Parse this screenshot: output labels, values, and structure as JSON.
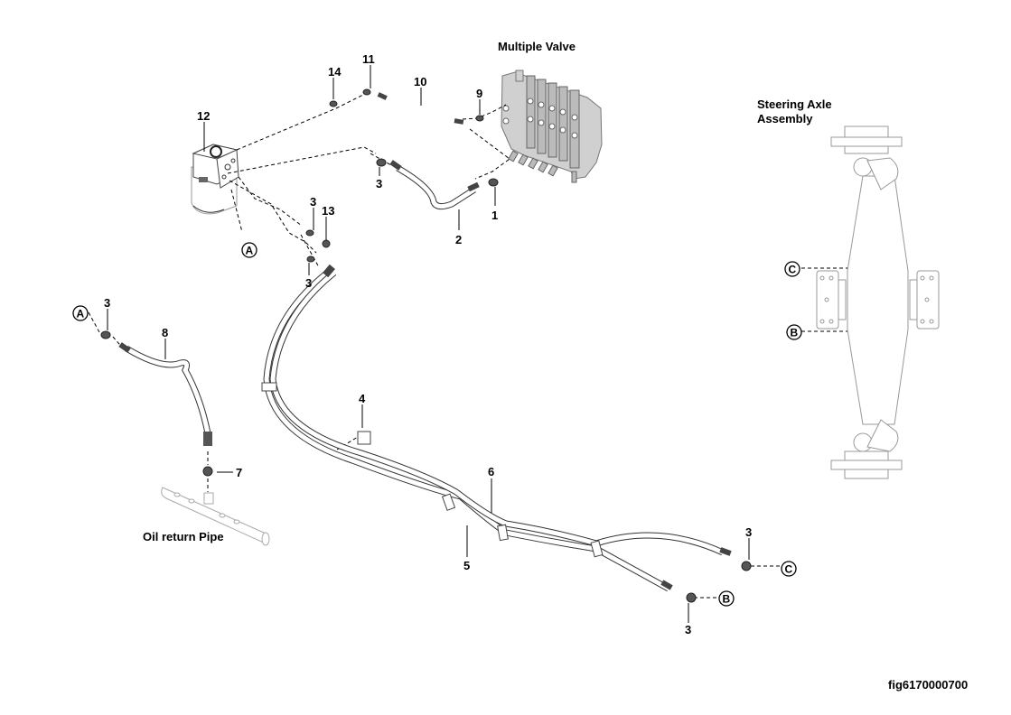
{
  "diagram": {
    "titles": {
      "multiple_valve": "Multiple Valve",
      "steering_axle_line1": "Steering Axle",
      "steering_axle_line2": "Assembly",
      "oil_return_pipe": "Oil return Pipe"
    },
    "figure_id": "fig6170000700",
    "part_labels": {
      "p1": "1",
      "p2": "2",
      "p3_a": "3",
      "p3_b": "3",
      "p3_c": "3",
      "p3_d": "3",
      "p3_e": "3",
      "p3_f": "3",
      "p4": "4",
      "p5": "5",
      "p6": "6",
      "p7": "7",
      "p8": "8",
      "p9": "9",
      "p10": "10",
      "p11": "11",
      "p12": "12",
      "p13": "13",
      "p14": "14"
    },
    "connection_markers": {
      "a1": "A",
      "a2": "A",
      "b1": "B",
      "b2": "B",
      "c1": "C",
      "c2": "C"
    }
  }
}
